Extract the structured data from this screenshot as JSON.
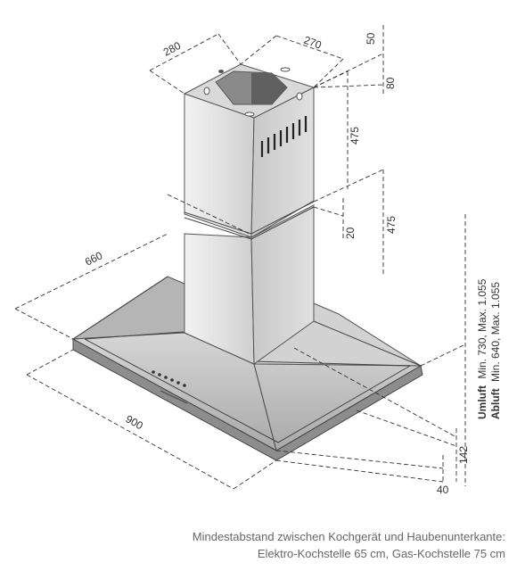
{
  "diagram": {
    "dimensions": {
      "chimney_width": "280",
      "chimney_depth": "270",
      "top_gap": "50",
      "top_offset": "80",
      "upper_chimney": "475",
      "overlap": "20",
      "lower_chimney": "475",
      "hood_depth": "660",
      "hood_width": "900",
      "hood_height": "142",
      "edge_height": "40"
    },
    "side_note": {
      "umluft_label": "Umluft",
      "umluft_range": "Min. 730, Max. 1.055",
      "abluft_label": "Abluft",
      "abluft_range": "Min. 640, Max. 1.055"
    },
    "caption": {
      "line1": "Mindestabstand zwischen Kochgerät und Haubenunterkante:",
      "line2": "Elektro-Kochstelle 65 cm, Gas-Kochstelle 75 cm"
    },
    "colors": {
      "steel_light": "#e6e6e6",
      "steel_mid": "#bdbdbd",
      "steel_dark": "#7a7a7a",
      "line": "#333333",
      "caption_text": "#666666"
    }
  }
}
